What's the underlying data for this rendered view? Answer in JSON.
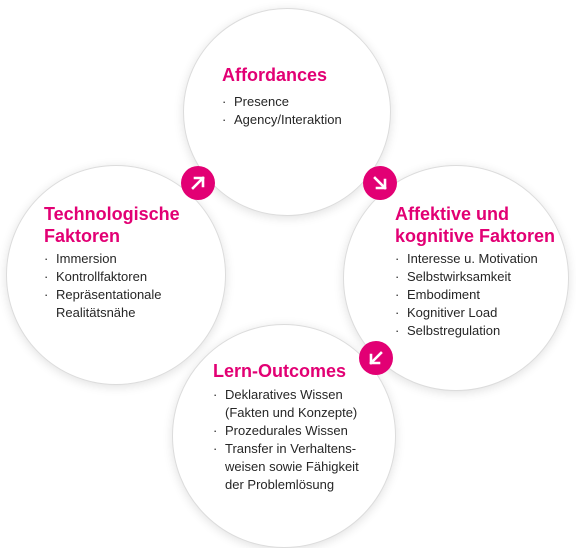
{
  "nodes": {
    "affordances": {
      "title": "Affordances",
      "items": [
        "Presence",
        "Agency/Interaktion"
      ]
    },
    "technologische": {
      "title_line1": "Technologische",
      "title_line2": "Faktoren",
      "items": [
        "Immersion",
        "Kontrollfaktoren",
        "Repräsentationale",
        "Realitätsnähe"
      ]
    },
    "affektive": {
      "title_line1": "Affektive und",
      "title_line2": "kognitive Faktoren",
      "items": [
        "Interesse u. Motivation",
        "Selbstwirksamkeit",
        "Embodiment",
        "Kognitiver Load",
        "Selbstregulation"
      ]
    },
    "lern": {
      "title": "Lern-Outcomes",
      "items": [
        "Deklaratives Wissen",
        "(Fakten und Konzepte)",
        "Prozedurales Wissen",
        "Transfer in Verhaltens-",
        "weisen sowie Fähigkeit",
        "der Problemlösung"
      ]
    }
  },
  "bullet": "·",
  "colors": {
    "accent": "#e20074",
    "text": "#262626",
    "circle_border": "#dcdcdc"
  },
  "arrows": [
    {
      "from": "technologische",
      "to": "affordances",
      "icon": "arrow-up-right-icon"
    },
    {
      "from": "affordances",
      "to": "affektive",
      "icon": "arrow-down-right-icon"
    },
    {
      "from": "affektive",
      "to": "lern",
      "icon": "arrow-down-left-icon"
    }
  ]
}
